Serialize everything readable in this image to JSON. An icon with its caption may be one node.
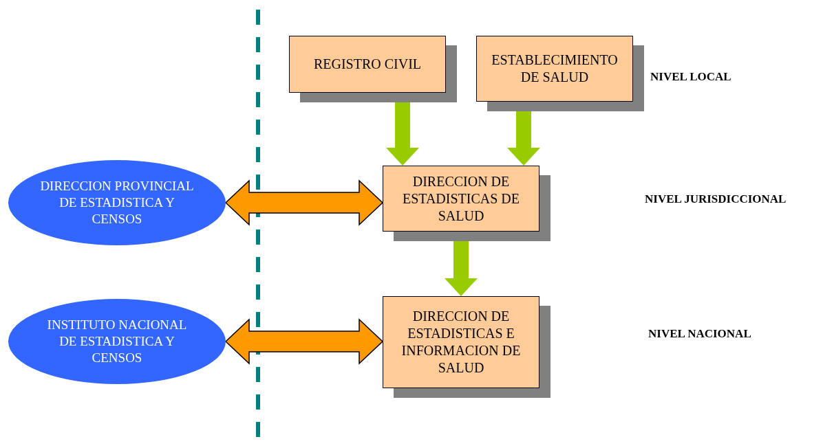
{
  "diagram": {
    "nodes": [
      {
        "text": [
          "REGISTRO CIVIL"
        ]
      },
      {
        "text": [
          "ESTABLECIMIENTO DE SALUD"
        ]
      },
      {
        "text": [
          "DIRECCION DE ESTADISTICAS DE SALUD"
        ]
      },
      {
        "text": [
          "DIRECCION DE ESTADISTICAS E INFORMACION DE SALUD"
        ]
      },
      {
        "text": [
          "DIRECCION PROVINCIAL DE ESTADISTICA Y CENSOS"
        ]
      },
      {
        "text": [
          "INSTITUTO NACIONAL DE ESTADISTICA Y CENSOS"
        ]
      }
    ],
    "edges": [
      {
        "from": 0,
        "to": 2,
        "arrow": "to"
      },
      {
        "from": 1,
        "to": 2,
        "arrow": "to"
      },
      {
        "from": 2,
        "to": 3,
        "arrow": "to"
      },
      {
        "from": 4,
        "to": 2,
        "arrow": "both",
        "color": "#ff9900"
      },
      {
        "from": 5,
        "to": 3,
        "arrow": "both",
        "color": "#ff9900"
      }
    ],
    "labels": [
      "NIVEL LOCAL",
      "NIVEL JURISDICCIONAL",
      "NIVEL NACIONAL"
    ]
  }
}
